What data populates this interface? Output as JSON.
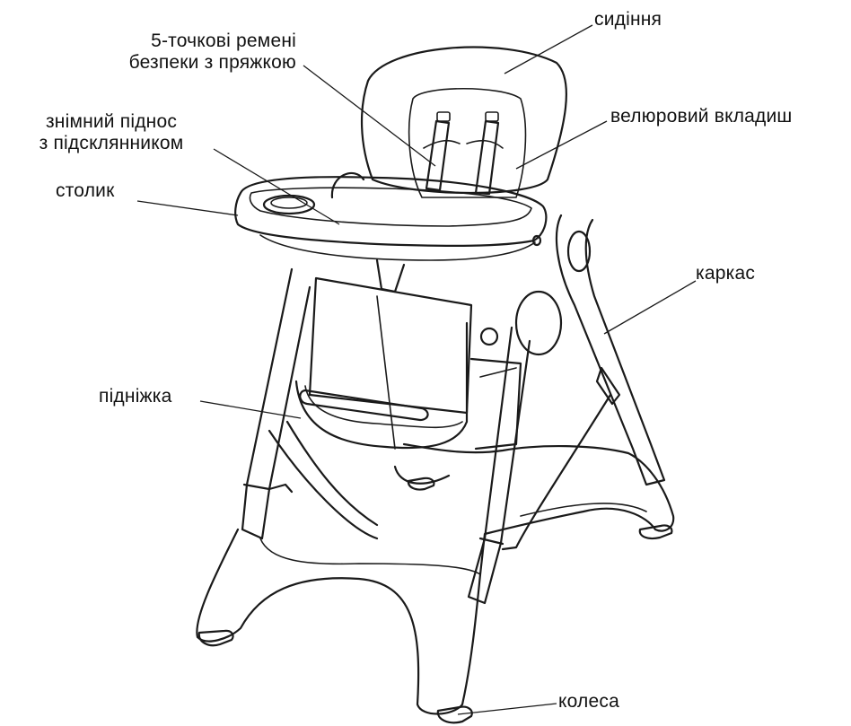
{
  "labels": {
    "seat": "сидіння",
    "harness_line1": "5-точкові ремені",
    "harness_line2": "безпеки з пряжкою",
    "velour": "велюровий вкладиш",
    "tray_line1": "знімний піднос",
    "tray_line2": "з підсклянником",
    "table": "столик",
    "frame": "каркас",
    "footrest": "підніжка",
    "wheels": "колеса"
  },
  "colors": {
    "line": "#1a1a1a",
    "background": "#ffffff",
    "text": "#111111"
  }
}
